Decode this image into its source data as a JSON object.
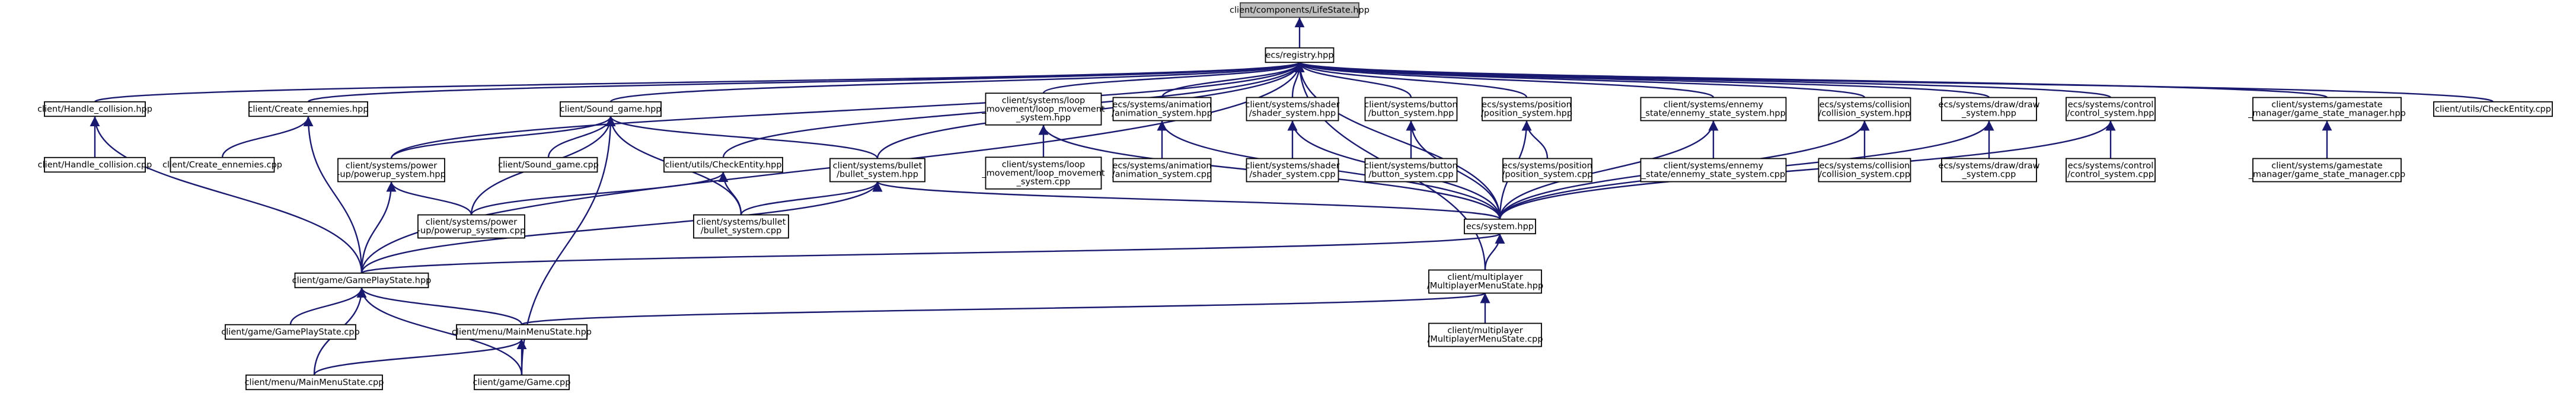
{
  "diagram": {
    "type": "include-dependency-graph",
    "colors": {
      "edge": "#191970",
      "root_fill": "#bfbfbf",
      "node_fill": "#ffffff",
      "border": "#000000"
    },
    "nodes": [
      {
        "id": "lifestate",
        "lines": [
          "client/components/LifeState.hpp"
        ],
        "root": true
      },
      {
        "id": "registry",
        "lines": [
          "ecs/registry.hpp"
        ]
      },
      {
        "id": "handle_collision_hpp",
        "lines": [
          "client/Handle_collision.hpp"
        ]
      },
      {
        "id": "create_ennemies_hpp",
        "lines": [
          "client/Create_ennemies.hpp"
        ]
      },
      {
        "id": "sound_game_hpp",
        "lines": [
          "client/Sound_game.hpp"
        ]
      },
      {
        "id": "loop_movement_hpp",
        "lines": [
          "client/systems/loop",
          "_movement/loop_movement",
          "_system.hpp"
        ]
      },
      {
        "id": "animation_hpp",
        "lines": [
          "ecs/systems/animation",
          "/animation_system.hpp"
        ]
      },
      {
        "id": "shader_hpp",
        "lines": [
          "client/systems/shader",
          "/shader_system.hpp"
        ]
      },
      {
        "id": "button_hpp",
        "lines": [
          "client/systems/button",
          "/button_system.hpp"
        ]
      },
      {
        "id": "position_hpp",
        "lines": [
          "ecs/systems/position",
          "/position_system.hpp"
        ]
      },
      {
        "id": "ennemy_state_hpp",
        "lines": [
          "client/systems/ennemy",
          "_state/ennemy_state_system.hpp"
        ]
      },
      {
        "id": "collision_hpp",
        "lines": [
          "ecs/systems/collision",
          "/collision_system.hpp"
        ]
      },
      {
        "id": "draw_hpp",
        "lines": [
          "ecs/systems/draw/draw",
          "_system.hpp"
        ]
      },
      {
        "id": "control_hpp",
        "lines": [
          "ecs/systems/control",
          "/control_system.hpp"
        ]
      },
      {
        "id": "gamestate_hpp",
        "lines": [
          "client/systems/gamestate",
          "_manager/game_state_manager.hpp"
        ]
      },
      {
        "id": "checkentity_cpp",
        "lines": [
          "client/utils/CheckEntity.cpp"
        ]
      },
      {
        "id": "handle_collision_cpp",
        "lines": [
          "client/Handle_collision.cpp"
        ]
      },
      {
        "id": "create_ennemies_cpp",
        "lines": [
          "client/Create_ennemies.cpp"
        ]
      },
      {
        "id": "powerup_hpp",
        "lines": [
          "client/systems/power",
          "-up/powerup_system.hpp"
        ]
      },
      {
        "id": "sound_game_cpp",
        "lines": [
          "client/Sound_game.cpp"
        ]
      },
      {
        "id": "checkentity_hpp",
        "lines": [
          "client/utils/CheckEntity.hpp"
        ]
      },
      {
        "id": "bullet_hpp",
        "lines": [
          "client/systems/bullet",
          "/bullet_system.hpp"
        ]
      },
      {
        "id": "loop_movement_cpp",
        "lines": [
          "client/systems/loop",
          "_movement/loop_movement",
          "_system.cpp"
        ]
      },
      {
        "id": "animation_cpp",
        "lines": [
          "ecs/systems/animation",
          "/animation_system.cpp"
        ]
      },
      {
        "id": "shader_cpp",
        "lines": [
          "client/systems/shader",
          "/shader_system.cpp"
        ]
      },
      {
        "id": "button_cpp",
        "lines": [
          "client/systems/button",
          "/button_system.cpp"
        ]
      },
      {
        "id": "position_cpp",
        "lines": [
          "ecs/systems/position",
          "/position_system.cpp"
        ]
      },
      {
        "id": "ennemy_state_cpp",
        "lines": [
          "client/systems/ennemy",
          "_state/ennemy_state_system.cpp"
        ]
      },
      {
        "id": "collision_cpp",
        "lines": [
          "ecs/systems/collision",
          "/collision_system.cpp"
        ]
      },
      {
        "id": "draw_cpp",
        "lines": [
          "ecs/systems/draw/draw",
          "_system.cpp"
        ]
      },
      {
        "id": "control_cpp",
        "lines": [
          "ecs/systems/control",
          "/control_system.cpp"
        ]
      },
      {
        "id": "gamestate_cpp",
        "lines": [
          "client/systems/gamestate",
          "_manager/game_state_manager.cpp"
        ]
      },
      {
        "id": "powerup_cpp",
        "lines": [
          "client/systems/power",
          "-up/powerup_system.cpp"
        ]
      },
      {
        "id": "bullet_cpp",
        "lines": [
          "client/systems/bullet",
          "/bullet_system.cpp"
        ]
      },
      {
        "id": "system_hpp",
        "lines": [
          "ecs/system.hpp"
        ]
      },
      {
        "id": "gameplaystate_hpp",
        "lines": [
          "client/game/GamePlayState.hpp"
        ]
      },
      {
        "id": "multiplayer_hpp",
        "lines": [
          "client/multiplayer",
          "/MultiplayerMenuState.hpp"
        ]
      },
      {
        "id": "gameplaystate_cpp",
        "lines": [
          "client/game/GamePlayState.cpp"
        ]
      },
      {
        "id": "mainmenu_hpp",
        "lines": [
          "client/menu/MainMenuState.hpp"
        ]
      },
      {
        "id": "multiplayer_cpp",
        "lines": [
          "client/multiplayer",
          "/MultiplayerMenuState.cpp"
        ]
      },
      {
        "id": "mainmenu_cpp",
        "lines": [
          "client/menu/MainMenuState.cpp"
        ]
      },
      {
        "id": "game_cpp",
        "lines": [
          "client/game/Game.cpp"
        ]
      }
    ],
    "edges": [
      [
        "lifestate",
        "registry"
      ],
      [
        "registry",
        "handle_collision_hpp"
      ],
      [
        "registry",
        "create_ennemies_hpp"
      ],
      [
        "registry",
        "sound_game_hpp"
      ],
      [
        "registry",
        "loop_movement_hpp"
      ],
      [
        "registry",
        "animation_hpp"
      ],
      [
        "registry",
        "shader_hpp"
      ],
      [
        "registry",
        "button_hpp"
      ],
      [
        "registry",
        "position_hpp"
      ],
      [
        "registry",
        "ennemy_state_hpp"
      ],
      [
        "registry",
        "collision_hpp"
      ],
      [
        "registry",
        "draw_hpp"
      ],
      [
        "registry",
        "control_hpp"
      ],
      [
        "registry",
        "gamestate_hpp"
      ],
      [
        "registry",
        "checkentity_cpp"
      ],
      [
        "registry",
        "powerup_hpp"
      ],
      [
        "registry",
        "checkentity_hpp"
      ],
      [
        "registry",
        "bullet_hpp"
      ],
      [
        "registry",
        "system_hpp"
      ],
      [
        "registry",
        "gameplaystate_hpp"
      ],
      [
        "registry",
        "multiplayer_hpp"
      ],
      [
        "handle_collision_hpp",
        "handle_collision_cpp"
      ],
      [
        "handle_collision_hpp",
        "gameplaystate_hpp"
      ],
      [
        "create_ennemies_hpp",
        "create_ennemies_cpp"
      ],
      [
        "create_ennemies_hpp",
        "gameplaystate_hpp"
      ],
      [
        "sound_game_hpp",
        "powerup_hpp"
      ],
      [
        "sound_game_hpp",
        "sound_game_cpp"
      ],
      [
        "sound_game_hpp",
        "bullet_hpp"
      ],
      [
        "sound_game_hpp",
        "powerup_cpp"
      ],
      [
        "sound_game_hpp",
        "bullet_cpp"
      ],
      [
        "sound_game_hpp",
        "game_cpp"
      ],
      [
        "loop_movement_hpp",
        "loop_movement_cpp"
      ],
      [
        "loop_movement_hpp",
        "system_hpp"
      ],
      [
        "animation_hpp",
        "animation_cpp"
      ],
      [
        "animation_hpp",
        "system_hpp"
      ],
      [
        "shader_hpp",
        "shader_cpp"
      ],
      [
        "shader_hpp",
        "system_hpp"
      ],
      [
        "button_hpp",
        "button_cpp"
      ],
      [
        "button_hpp",
        "system_hpp"
      ],
      [
        "position_hpp",
        "position_cpp"
      ],
      [
        "position_hpp",
        "system_hpp"
      ],
      [
        "ennemy_state_hpp",
        "ennemy_state_cpp"
      ],
      [
        "ennemy_state_hpp",
        "system_hpp"
      ],
      [
        "collision_hpp",
        "collision_cpp"
      ],
      [
        "collision_hpp",
        "system_hpp"
      ],
      [
        "draw_hpp",
        "draw_cpp"
      ],
      [
        "draw_hpp",
        "system_hpp"
      ],
      [
        "control_hpp",
        "control_cpp"
      ],
      [
        "control_hpp",
        "system_hpp"
      ],
      [
        "gamestate_hpp",
        "gamestate_cpp"
      ],
      [
        "powerup_hpp",
        "powerup_cpp"
      ],
      [
        "powerup_hpp",
        "gameplaystate_hpp"
      ],
      [
        "checkentity_hpp",
        "powerup_cpp"
      ],
      [
        "checkentity_hpp",
        "bullet_cpp"
      ],
      [
        "bullet_hpp",
        "bullet_cpp"
      ],
      [
        "bullet_hpp",
        "gameplaystate_hpp"
      ],
      [
        "bullet_hpp",
        "system_hpp"
      ],
      [
        "system_hpp",
        "gameplaystate_hpp"
      ],
      [
        "system_hpp",
        "multiplayer_hpp"
      ],
      [
        "gameplaystate_hpp",
        "gameplaystate_cpp"
      ],
      [
        "gameplaystate_hpp",
        "mainmenu_hpp"
      ],
      [
        "gameplaystate_hpp",
        "mainmenu_cpp"
      ],
      [
        "gameplaystate_hpp",
        "game_cpp"
      ],
      [
        "multiplayer_hpp",
        "multiplayer_cpp"
      ],
      [
        "multiplayer_hpp",
        "mainmenu_hpp"
      ],
      [
        "mainmenu_hpp",
        "mainmenu_cpp"
      ],
      [
        "mainmenu_hpp",
        "game_cpp"
      ]
    ]
  }
}
